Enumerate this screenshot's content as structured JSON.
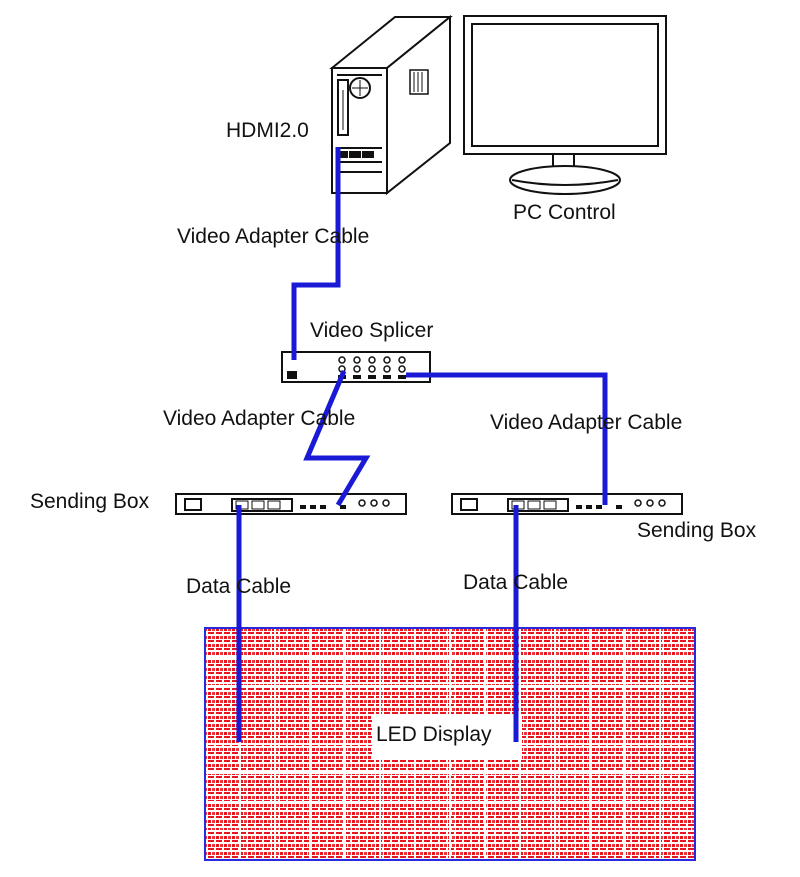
{
  "labels": {
    "hdmi": "HDMI2.0",
    "pc_control": "PC Control",
    "video_adapter_cable_1": "Video Adapter Cable",
    "video_splicer": "Video Splicer",
    "video_adapter_cable_2": "Video Adapter Cable",
    "video_adapter_cable_3": "Video Adapter Cable",
    "sending_box_left": "Sending Box",
    "sending_box_right": "Sending Box",
    "data_cable_left": "Data Cable",
    "data_cable_right": "Data Cable",
    "led_display": "LED Display"
  },
  "colors": {
    "cable": "#1a1ad6",
    "led_red": "#e8141e",
    "led_border": "#2a2adc",
    "device_stroke": "#111111"
  },
  "icons": {
    "computer": "pc-tower-icon",
    "monitor": "monitor-icon",
    "splicer": "video-splicer-icon",
    "sending_box": "sending-box-icon",
    "led": "led-display-icon"
  }
}
